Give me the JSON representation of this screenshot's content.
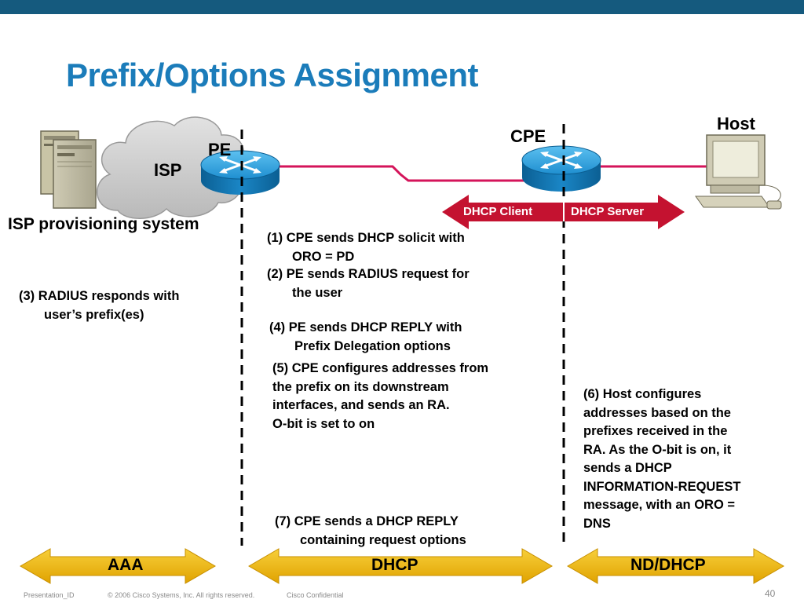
{
  "slide": {
    "title": "Prefix/Options Assignment",
    "page_number": "40"
  },
  "diagram": {
    "cloud_label": "ISP",
    "pe_label": "PE",
    "cpe_label": "CPE",
    "host_label": "Host",
    "provisioning_label": "ISP provisioning system",
    "dhcp_client": "DHCP Client",
    "dhcp_server": "DHCP Server"
  },
  "steps": {
    "s1": [
      "(1) CPE sends DHCP solicit with",
      "ORO = PD"
    ],
    "s2": [
      "(2) PE sends RADIUS request for",
      "the user"
    ],
    "s3": [
      "(3) RADIUS responds with",
      "user’s prefix(es)"
    ],
    "s4": [
      "(4) PE sends DHCP REPLY with",
      "Prefix Delegation options"
    ],
    "s5": [
      "(5) CPE configures addresses from",
      "the prefix on its downstream",
      "interfaces, and sends an RA.",
      "O-bit is set to on"
    ],
    "s6": [
      "(6) Host configures",
      "addresses based on the",
      "prefixes received in the",
      "RA. As the O-bit is on, it",
      "sends a DHCP",
      "INFORMATION-REQUEST",
      "message, with an ORO =",
      "DNS"
    ],
    "s7": [
      "(7) CPE sends a DHCP REPLY",
      "containing request options"
    ]
  },
  "bands": {
    "aaa": "AAA",
    "dhcp": "DHCP",
    "nd": "ND/DHCP"
  },
  "footer": {
    "presentation_id": "Presentation_ID",
    "copyright": "© 2006 Cisco Systems, Inc. All rights reserved.",
    "confidential": "Cisco Confidential"
  },
  "colors": {
    "title": "#1b7cba",
    "top_bar": "#155a7e",
    "link": "#d4145a",
    "dhcp_arrow": "#c41230",
    "band_arrow": "#f0b400",
    "router": "#1f8fd0"
  }
}
